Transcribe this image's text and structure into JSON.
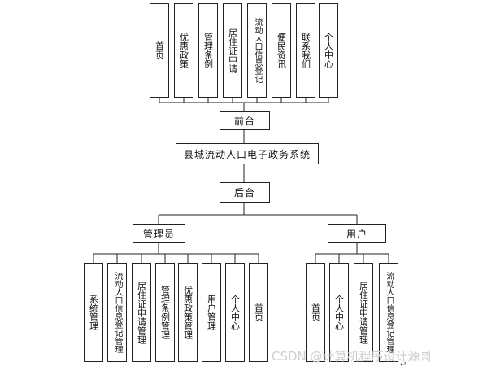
{
  "center": {
    "system_title": "县城流动人口电子政务系统",
    "frontend": "前台",
    "backend": "后台"
  },
  "frontend_items": [
    "首页",
    "优惠政策",
    "管理条例",
    "居住证申请",
    "流动人口信息登记",
    "便民资讯",
    "联系我们",
    "个人中心"
  ],
  "backend_roles": {
    "admin": "管理员",
    "user": "用户"
  },
  "admin_items": [
    "系统管理",
    "流动人口信息登记管理",
    "居住证申请管理",
    "管理条例管理",
    "优惠政策管理",
    "用户管理",
    "个人中心",
    "首页"
  ],
  "user_items": [
    "首页",
    "个人中心",
    "居住证申请管理",
    "流动人口信息登记管理"
  ],
  "watermark": "CSDN @计算机程序设计源哥",
  "colors": {
    "line": "#222222",
    "box_border": "#222222",
    "text": "#111111",
    "watermark": "#cfcfcf"
  }
}
